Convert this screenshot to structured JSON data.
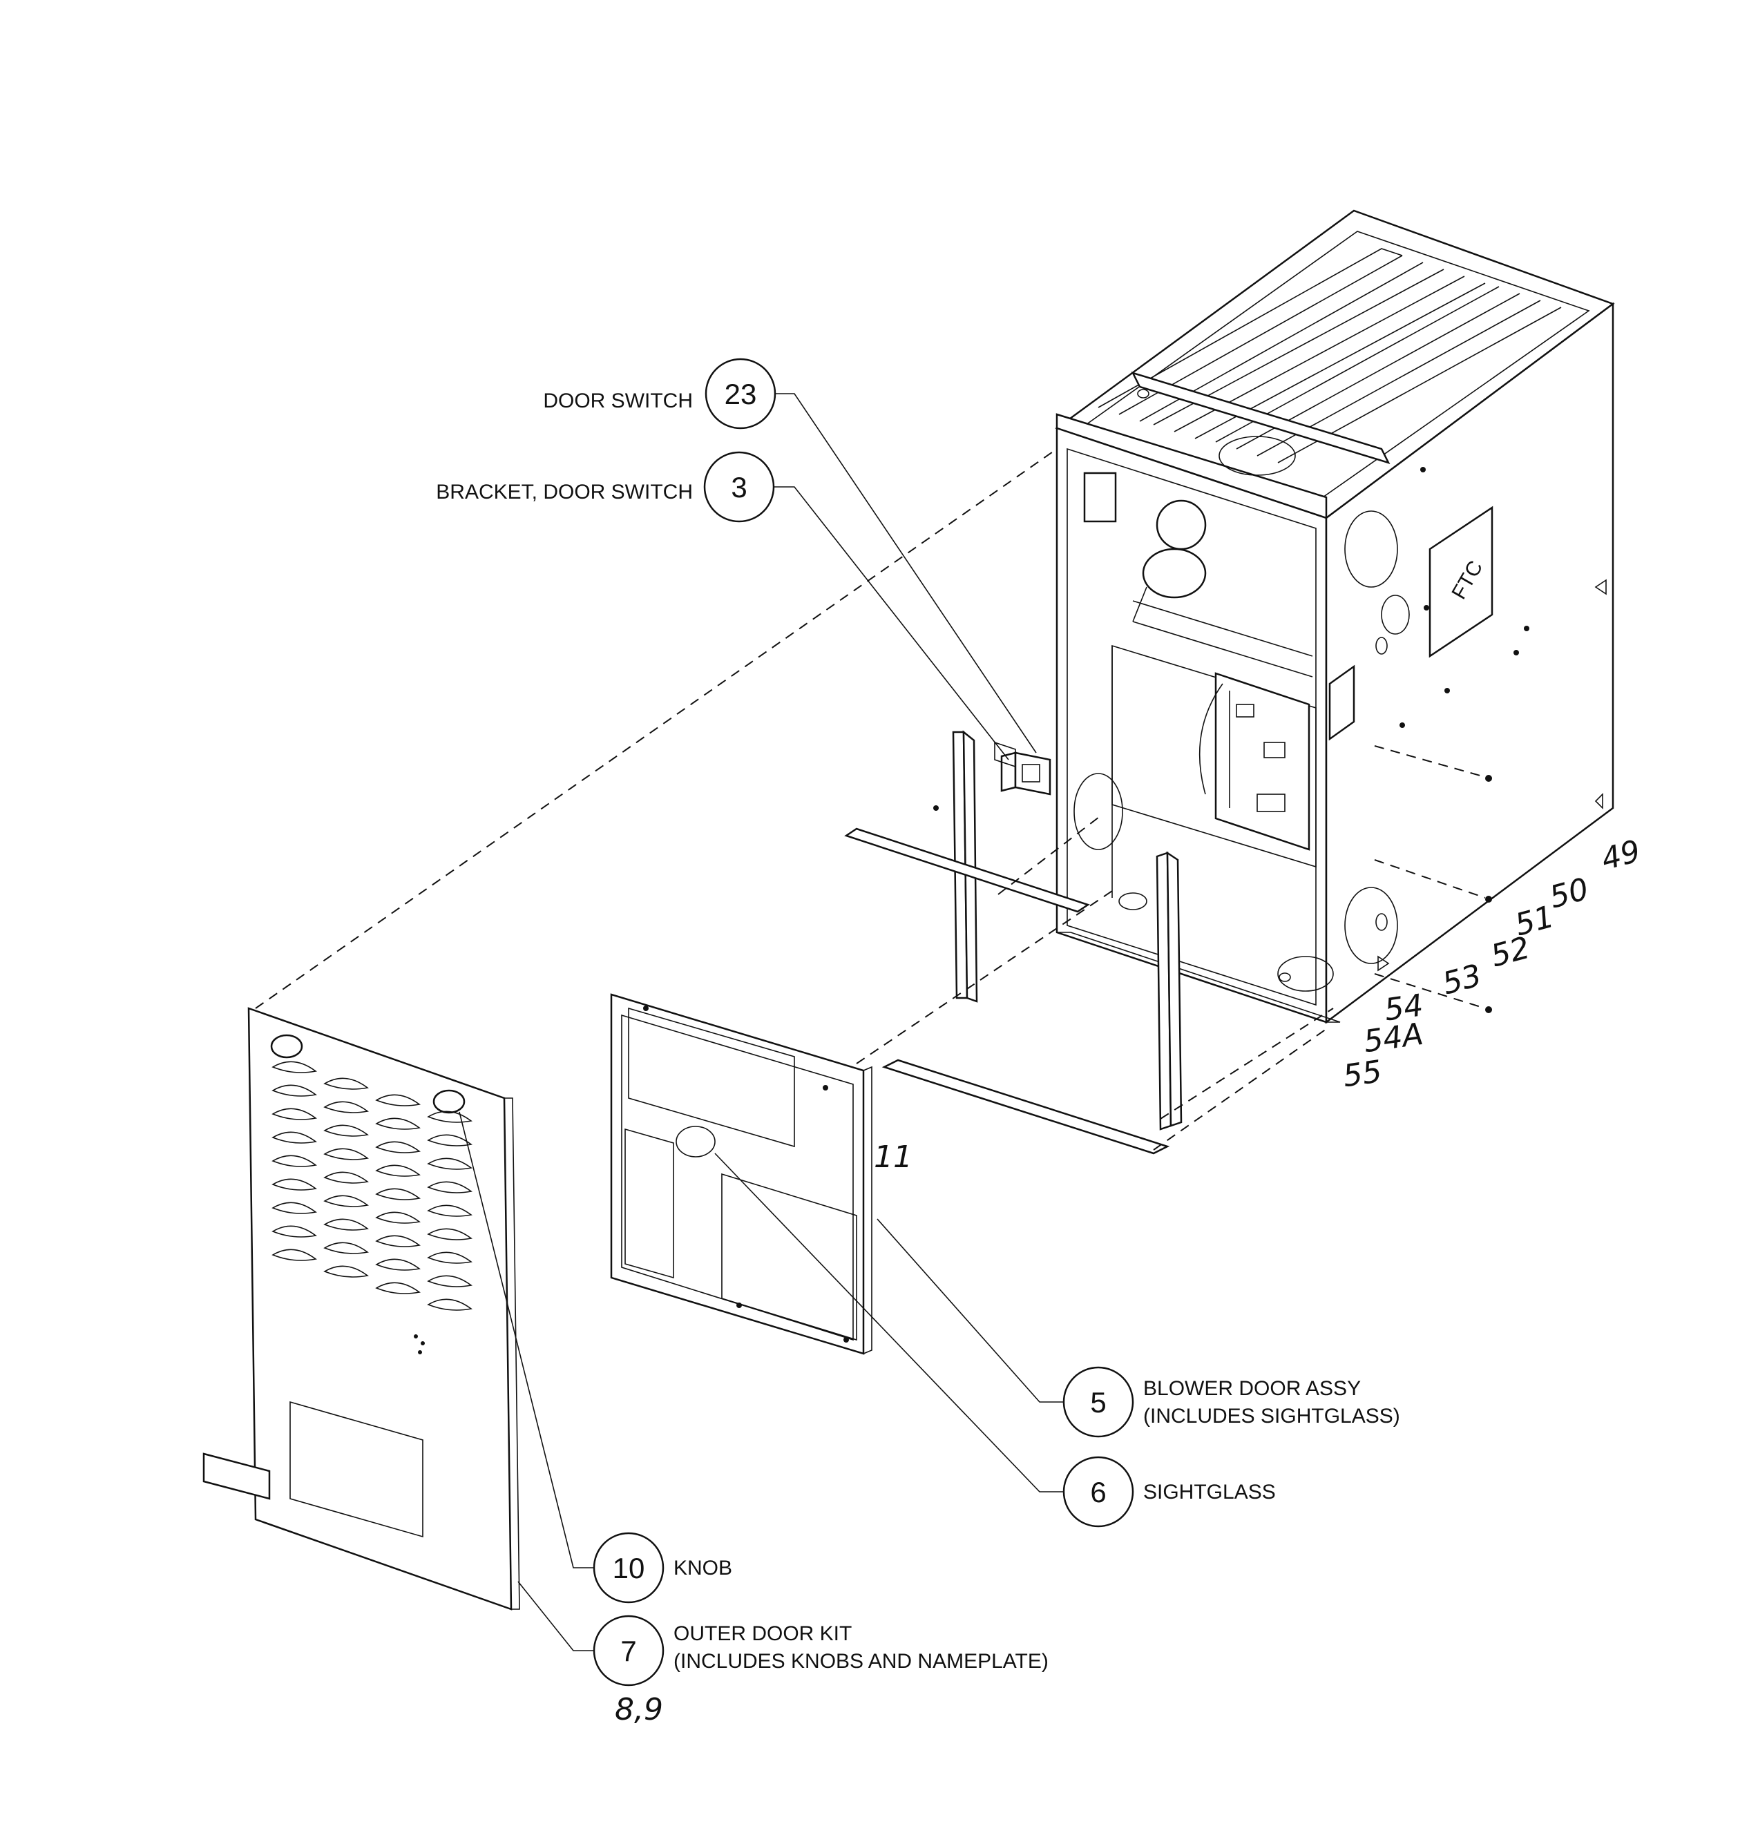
{
  "callouts": [
    {
      "number": "23",
      "label_lines": [
        "DOOR SWITCH"
      ]
    },
    {
      "number": "3",
      "label_lines": [
        "BRACKET, DOOR SWITCH"
      ]
    },
    {
      "number": "5",
      "label_lines": [
        "BLOWER DOOR ASSY",
        "(INCLUDES SIGHTGLASS)"
      ]
    },
    {
      "number": "6",
      "label_lines": [
        "SIGHTGLASS"
      ]
    },
    {
      "number": "10",
      "label_lines": [
        "KNOB"
      ]
    },
    {
      "number": "7",
      "label_lines": [
        "OUTER DOOR KIT",
        "(INCLUDES KNOBS AND NAMEPLATE)"
      ]
    }
  ],
  "handwritten": [
    "49",
    "50",
    "51",
    "52",
    "53",
    "54",
    "54A",
    "55",
    "11",
    "8,9"
  ],
  "cabinet_logo": "FTC",
  "colors": {
    "ink": "#111111",
    "paper": "#ffffff"
  }
}
